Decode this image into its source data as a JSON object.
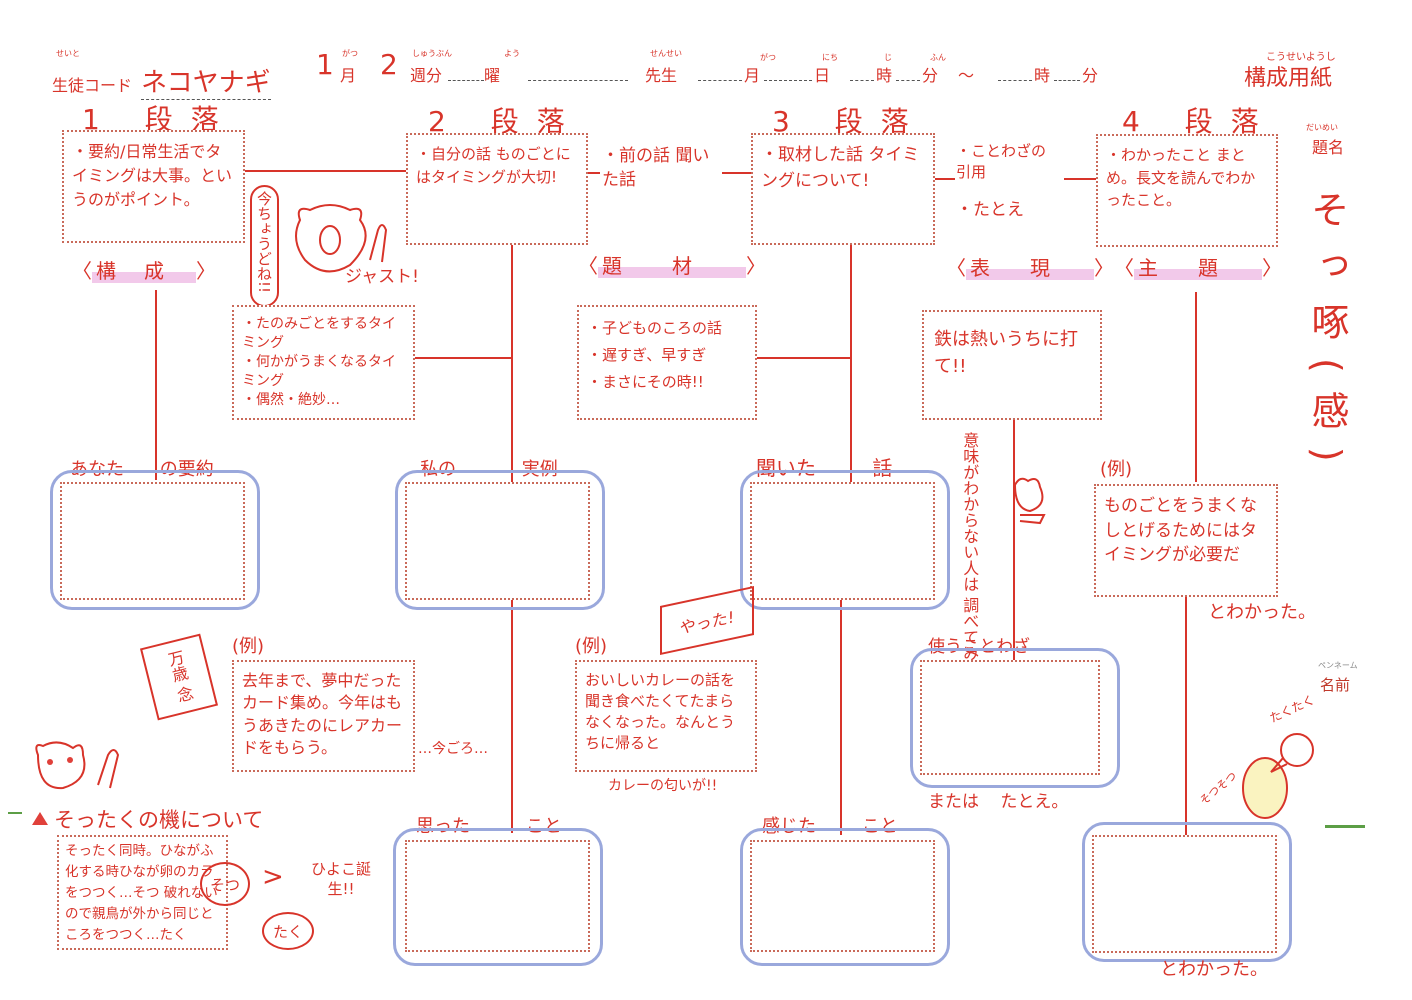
{
  "header": {
    "student_code_ruby": "せいと",
    "student_code_label": "生徒コード",
    "student_code_value": "ネコヤナギ",
    "month_value": "1",
    "month_ruby": "がつ",
    "month_label": "月",
    "week_value": "2",
    "week_ruby": "しゅうぶん",
    "week_label": "週分",
    "day_ruby": "よう",
    "day_label": "曜",
    "teacher_ruby": "せんせい",
    "teacher_label": "先生",
    "date_month_ruby": "がつ",
    "date_month_label": "月",
    "date_day_ruby": "にち",
    "date_day_label": "日",
    "hour_ruby": "じ",
    "hour_label": "時",
    "minute_ruby": "ふん",
    "minute_label": "分",
    "tilde": "～",
    "hour2_label": "時",
    "minute2_label": "分",
    "sheet_title_ruby": "こうせいようし",
    "sheet_title": "構成用紙"
  },
  "sections": [
    {
      "heading": "1 段落",
      "box_text": "・要約/日常生活でタイミングは大事。というのがポイント。",
      "category": "構成"
    },
    {
      "heading": "2 段落",
      "box_text": "・自分の話 ものごとにはタイミングが大切!",
      "category": "題材"
    },
    {
      "heading": "3 段落",
      "box_text": "・取材した話 タイミングについて!",
      "category": "表現"
    },
    {
      "heading": "4 段落",
      "box_text": "・わかったこと まとめ。長文を読んでわかったこと。",
      "category": "主題"
    }
  ],
  "connectors": {
    "between_2_3": "・前の話 聞いた話",
    "between_3_4_a": "・ことわざの引用",
    "between_3_4_b": "・たとえ"
  },
  "middle_boxes": {
    "left": [
      "・たのみごとをするタイミング",
      "・何かがうまくなるタイミング",
      "・偶然・絶妙…"
    ],
    "center": [
      "・子どものころの話",
      "・遅すぎ、早すぎ",
      "・まさにその時!!"
    ],
    "right": "鉄は熱いうちに打て!!"
  },
  "doodles": {
    "bear_speech": "今ちょうどね!!",
    "just": "ジャスト!",
    "banzai": "万歳 念",
    "yatta": "やった!",
    "imagoro": "…今ごろ…",
    "curry_smell": "カレーの匂いが!!",
    "look_up_a": "意味がわからない人は",
    "look_up_b": "調べてみよう。",
    "hiyoko": "ひよこ誕生!!",
    "sotsu": "そつ",
    "taku": "たく",
    "takutaku": "たくたく",
    "sotsusotsu": "そつそつ"
  },
  "row2": {
    "label_1": "あなた の要約",
    "label_2": "私の 実例",
    "label_3": "聞いた 話",
    "example_4_label": "(例)",
    "example_4_text": "ものごとをうまくなしとげるためにはタイミングが必要だ",
    "example_4_suffix": "とわかった。"
  },
  "row3": {
    "example_1_label": "(例)",
    "example_1_text": "去年まで、夢中だったカード集め。今年はもうあきたのにレアカードをもらう。",
    "example_2_label": "(例)",
    "example_2_text": "おいしいカレーの話を聞き食べたくてたまらなくなった。なんとうちに帰ると",
    "proverb_label": "使うことわざ",
    "proverb_suffix": "または たとえ。"
  },
  "row4": {
    "label_1": "思った こと",
    "label_2": "感じた こと",
    "suffix_4": "とわかった。"
  },
  "sottaku": {
    "title": "そったくの機について",
    "text": "そったく同時。ひながふ化する時ひなが卵のカラをつつく…そつ 破れないので親鳥が外から同じところをつつく…たく"
  },
  "title_area": {
    "title_ruby": "だいめい",
    "title_label": "題名",
    "title_value": "そっ啄(感)",
    "penname_ruby": "ペンネーム",
    "penname_label": "名前"
  },
  "colors": {
    "ink": "#d8342a",
    "cloud": "#9aa8dc",
    "highlight": "#f2c9ea"
  }
}
